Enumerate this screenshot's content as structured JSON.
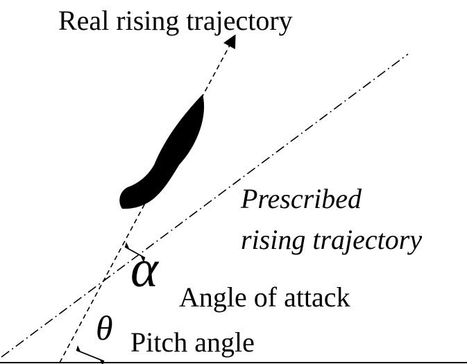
{
  "labels": {
    "real_trajectory": "Real rising trajectory",
    "prescribed_line1": "Prescribed",
    "prescribed_line2": "rising trajectory",
    "alpha_symbol": "α",
    "angle_of_attack": "Angle of attack",
    "theta_symbol": "θ",
    "pitch_angle": "Pitch angle"
  },
  "colors": {
    "ink": "#000000",
    "background": "#ffffff"
  }
}
